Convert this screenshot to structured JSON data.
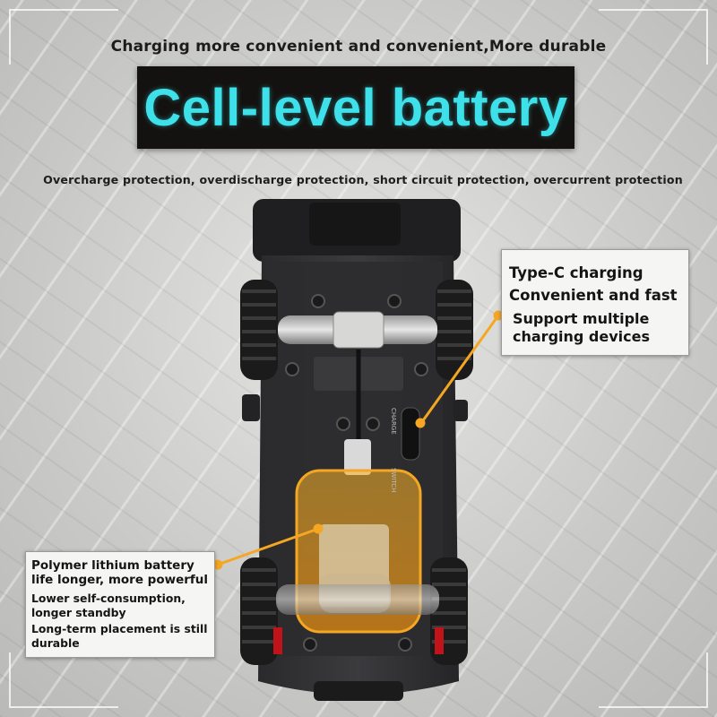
{
  "header": {
    "subtitle": "Charging more convenient and convenient,More durable",
    "title": "Cell-level battery",
    "protections": "Overcharge protection, overdischarge protection, short circuit protection, overcurrent protection"
  },
  "callouts": {
    "charging": {
      "line1": "Type-C charging",
      "line2": "Convenient and fast",
      "line3": "Support multiple charging devices"
    },
    "battery": {
      "line1": "Polymer lithium battery life longer, more powerful",
      "line2": "Lower self-consumption, longer standby",
      "line3": "Long-term placement is still durable"
    }
  },
  "car_labels": {
    "charge": "CHARGE",
    "switch": "SWITCH"
  },
  "colors": {
    "title_text": "#3ee0ea",
    "title_background": "#141210",
    "highlight": "#f5a623"
  }
}
